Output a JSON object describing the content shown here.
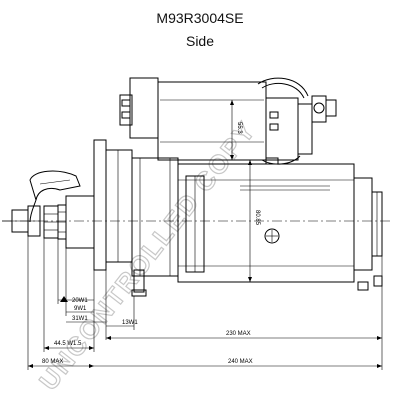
{
  "header": {
    "part_number": "M93R3004SE",
    "view_name": "Side"
  },
  "watermark": {
    "text": "UNCONTROLLED COPY",
    "color": "#c8c8c8"
  },
  "dimensions": {
    "d_20w1": "20W1",
    "d_9w1": "9W1",
    "d_31w1": "31W1",
    "d_13w1": "13W1",
    "d_445": "44.5 W1.5",
    "d_80max": "80 MAX",
    "d_230max": "230 MAX",
    "d_240max": "240 MAX",
    "d_553": "55.3",
    "d_8085": "80.85"
  }
}
